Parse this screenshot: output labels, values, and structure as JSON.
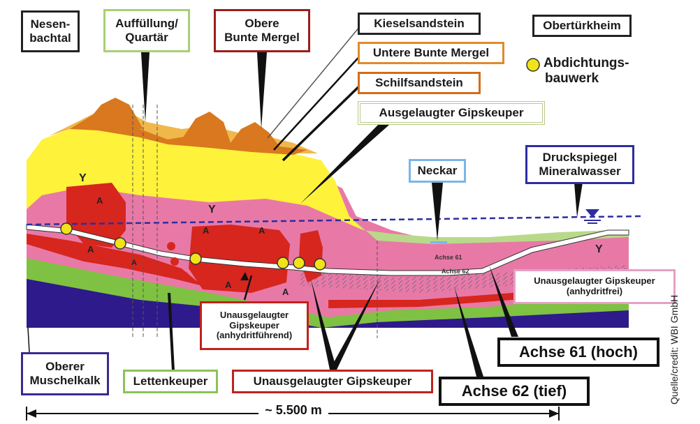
{
  "labels": {
    "nesenbachtal": [
      "Nesen-",
      "bachtal"
    ],
    "auffuellung": [
      "Auffüllung/",
      "Quartär"
    ],
    "obere_bunte": [
      "Obere",
      "Bunte Mergel"
    ],
    "kieselsandstein": "Kieselsandstein",
    "untere_bunte": "Untere Bunte Mergel",
    "schilfsandstein": "Schilfsandstein",
    "ausgelaugter": "Ausgelaugter Gipskeuper",
    "obertuerkheim": "Obertürkheim",
    "abdichtung": [
      "Abdichtungs-",
      "bauwerk"
    ],
    "neckar": "Neckar",
    "druckspiegel": [
      "Druckspiegel",
      "Mineralwasser"
    ],
    "unausgelaugt_anhydritfrei": [
      "Unausgelaugter Gipskeuper",
      "(anhydritfrei)"
    ],
    "unausgelaugt_anhydritfuehrend": [
      "Unausgelaugter",
      "Gipskeuper",
      "(anhydritführend)"
    ],
    "oberer_muschelkalk": [
      "Oberer",
      "Muschelkalk"
    ],
    "lettenkeuper": "Lettenkeuper",
    "unausgelaugt_main": "Unausgelaugter Gipskeuper",
    "achse61": "Achse 61 (hoch)",
    "achse62": "Achse 62 (tief)",
    "achse61_small": "Achse 61",
    "achse62_small": "Achse 62",
    "distance": "~ 5.500 m",
    "credit": "Quelle/credit: WBI GmbH",
    "y_marks": [
      "Y",
      "Y",
      "Y"
    ],
    "a_marks": [
      "A",
      "A",
      "A",
      "A",
      "A",
      "A",
      "A"
    ]
  },
  "colors": {
    "orange_top": "#d9781e",
    "light_orange": "#f0b84a",
    "yellow": "#fff23a",
    "pink": "#e879a6",
    "red": "#d7261e",
    "green": "#7fc142",
    "navy": "#2e1a8a",
    "light_green": "#b9d98a",
    "blue_line": "#2d2da0",
    "tunnel": "#ffffff",
    "marker": "#f2e21a"
  },
  "border_colors": {
    "nesenbachtal": "#222222",
    "auffuellung": "#a8d070",
    "obere_bunte": "#9b1d1d",
    "kieselsandstein": "#222222",
    "untere_bunte": "#e08a2a",
    "schilfsandstein": "#d36c1a",
    "ausgelaugter": "#b8c98a",
    "obertuerkheim": "#222222",
    "neckar": "#79b6e6",
    "druckspiegel": "#2d2da0",
    "unausgelaugt_anhydritfrei": "#e5a0c5",
    "unausgelaugt_anhydritfuehrend": "#c0221c",
    "oberer_muschelkalk": "#3a2a90",
    "lettenkeuper": "#8cc25a",
    "unausgelaugt_main": "#c0221c"
  }
}
